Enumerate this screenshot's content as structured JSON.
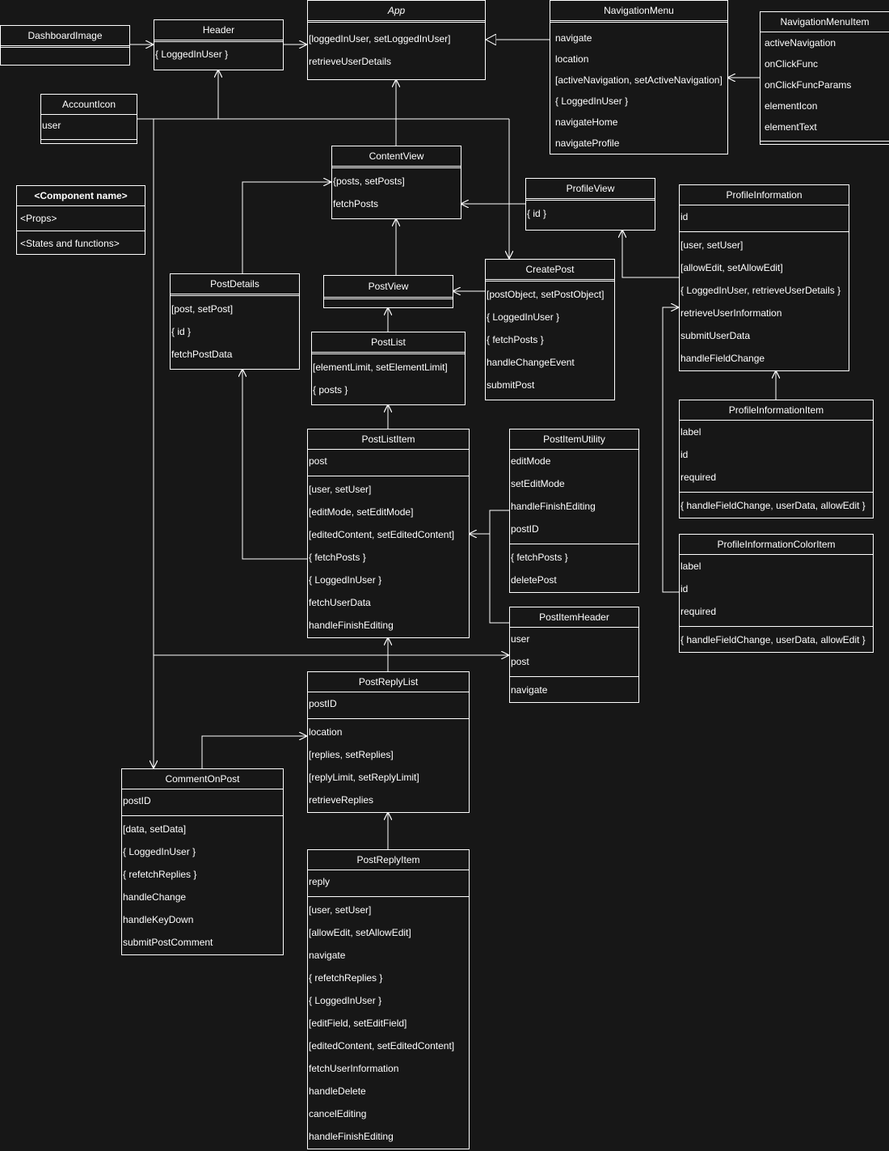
{
  "classes": {
    "dashboard_image": {
      "name": "DashboardImage"
    },
    "header": {
      "name": "Header",
      "props": [
        "{ LoggedInUser }"
      ]
    },
    "app": {
      "name": "App",
      "states": [
        "[loggedInUser, setLoggedInUser]",
        "retrieveUserDetails"
      ]
    },
    "navigation_menu": {
      "name": "NavigationMenu",
      "states": [
        "navigate",
        "location",
        "[activeNavigation, setActiveNavigation]",
        "{ LoggedInUser }",
        "navigateHome",
        "navigateProfile"
      ]
    },
    "navigation_menu_item": {
      "name": "NavigationMenuItem",
      "props": [
        "activeNavigation",
        "onClickFunc",
        "onClickFuncParams",
        "elementIcon",
        "elementText"
      ]
    },
    "account_icon": {
      "name": "AccountIcon",
      "props": [
        "user"
      ]
    },
    "legend": {
      "name": "<Component name>",
      "props": [
        "<Props>"
      ],
      "states": [
        "<States and functions>"
      ]
    },
    "content_view": {
      "name": "ContentView",
      "states": [
        "{posts, setPosts]",
        "fetchPosts"
      ]
    },
    "profile_view": {
      "name": "ProfileView",
      "props": [
        "{ id }"
      ]
    },
    "profile_information": {
      "name": "ProfileInformation",
      "props": [
        "id"
      ],
      "states": [
        "[user, setUser]",
        "[allowEdit, setAllowEdit]",
        "{ LoggedInUser, retrieveUserDetails }",
        "retrieveUserInformation",
        "submitUserData",
        "handleFieldChange"
      ]
    },
    "post_details": {
      "name": "PostDetails",
      "states": [
        "[post, setPost]",
        "{ id }",
        "fetchPostData"
      ]
    },
    "post_view": {
      "name": "PostView"
    },
    "create_post": {
      "name": "CreatePost",
      "states": [
        "[postObject, setPostObject]",
        "{ LoggedInUser }",
        "{ fetchPosts }",
        "handleChangeEvent",
        "submitPost"
      ]
    },
    "post_list": {
      "name": "PostList",
      "states": [
        "[elementLimit, setElementLimit]",
        "{ posts }"
      ]
    },
    "profile_information_item": {
      "name": "ProfileInformationItem",
      "props": [
        "label",
        "id",
        "required"
      ],
      "states": [
        "{ handleFieldChange, userData, allowEdit }"
      ]
    },
    "post_list_item": {
      "name": "PostListItem",
      "props": [
        "post"
      ],
      "states": [
        "[user, setUser]",
        "[editMode, setEditMode]",
        "[editedContent, setEditedContent]",
        "{ fetchPosts }",
        "{ LoggedInUser }",
        "fetchUserData",
        "handleFinishEditing"
      ]
    },
    "post_item_utility": {
      "name": "PostItemUtility",
      "props": [
        "editMode",
        "setEditMode",
        "handleFinishEditing",
        "postID"
      ],
      "states": [
        "{ fetchPosts }",
        "deletePost"
      ]
    },
    "profile_information_color_item": {
      "name": "ProfileInformationColorItem",
      "props": [
        "label",
        "id",
        "required"
      ],
      "states": [
        "{ handleFieldChange, userData, allowEdit }"
      ]
    },
    "post_item_header": {
      "name": "PostItemHeader",
      "props": [
        "user",
        "post"
      ],
      "states": [
        "navigate"
      ]
    },
    "post_reply_list": {
      "name": "PostReplyList",
      "props": [
        "postID"
      ],
      "states": [
        "location",
        "[replies, setReplies]",
        "[replyLimit, setReplyLimit]",
        "retrieveReplies"
      ]
    },
    "comment_on_post": {
      "name": "CommentOnPost",
      "props": [
        "postID"
      ],
      "states": [
        "[data, setData]",
        "{ LoggedInUser }",
        "{ refetchReplies }",
        "handleChange",
        "handleKeyDown",
        "submitPostComment"
      ]
    },
    "post_reply_item": {
      "name": "PostReplyItem",
      "props": [
        "reply"
      ],
      "states": [
        "[user, setUser]",
        "[allowEdit, setAllowEdit]",
        "navigate",
        "{ refetchReplies }",
        "{ LoggedInUser }",
        "[editField, setEditField]",
        "[editedContent, setEditedContent]",
        "fetchUserInformation",
        "handleDelete",
        "cancelEditing",
        "handleFinishEditing"
      ]
    }
  },
  "colors": {
    "background": "#171717",
    "line": "#ffffff",
    "text": "#ffffff"
  }
}
